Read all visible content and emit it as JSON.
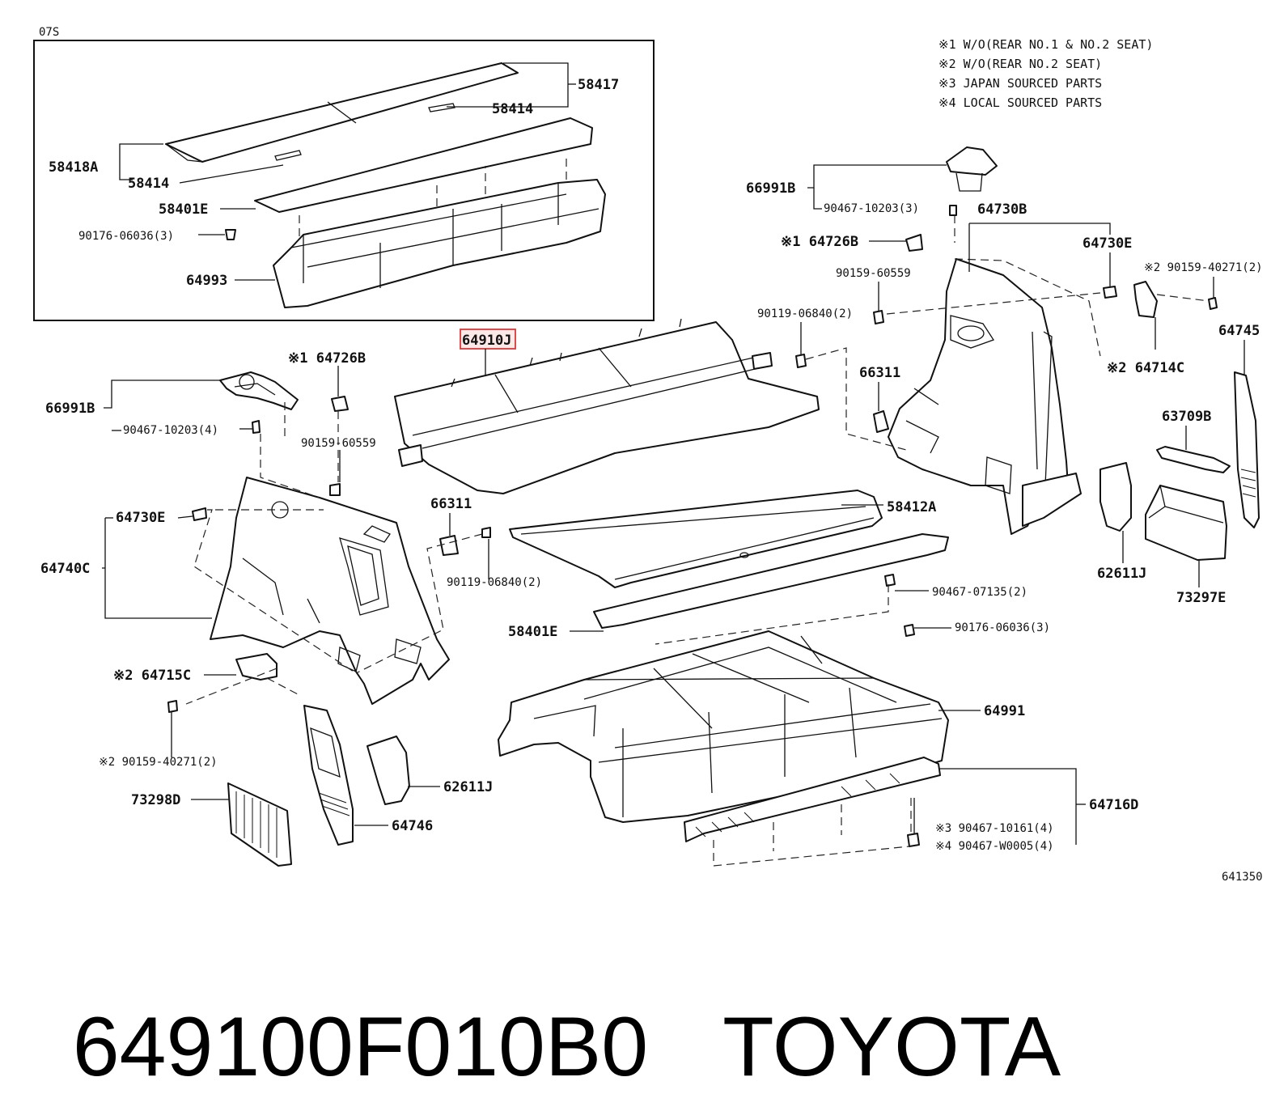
{
  "highlight": "#d9383a",
  "inset": {
    "code": "07S"
  },
  "notes": [
    "※1 W/O(REAR NO.1 & NO.2 SEAT)",
    "※2 W/O(REAR NO.2 SEAT)",
    "※3 JAPAN SOURCED PARTS",
    "※4 LOCAL SOURCED PARTS"
  ],
  "labels": {
    "p58417": "58417",
    "p58414_a": "58414",
    "p58418A": "58418A",
    "p58414_b": "58414",
    "p58401E_a": "58401E",
    "p90176_a": "90176-06036(3)",
    "p64993": "64993",
    "p64910J": "64910J",
    "p66991B_l": "66991B",
    "p64726B_l": "※1 64726B",
    "p90467_10203_4": "90467-10203(4)",
    "p90159_60559_l": "90159-60559",
    "p64730E_l": "64730E",
    "p64740C": "64740C",
    "p66311_l": "66311",
    "p90119_06840_l": "90119-06840(2)",
    "p64715C": "※2 64715C",
    "p90159_40271_l": "※2 90159-40271(2)",
    "p73298D": "73298D",
    "p62611J_l": "62611J",
    "p64746": "64746",
    "p66991B_r": "66991B",
    "p90467_10203_3": "90467-10203(3)",
    "p64730B": "64730B",
    "p64726B_r": "※1 64726B",
    "p64730E_r": "64730E",
    "p90159_60559_r": "90159-60559",
    "p90159_40271_r": "※2 90159-40271(2)",
    "p90119_06840_r": "90119-06840(2)",
    "p64745": "64745",
    "p64714C": "※2 64714C",
    "p66311_r": "66311",
    "p63709B": "63709B",
    "p58412A": "58412A",
    "p62611J_r": "62611J",
    "p73297E": "73297E",
    "p90467_07135": "90467-07135(2)",
    "p58401E_b": "58401E",
    "p90176_b": "90176-06036(3)",
    "p64991": "64991",
    "p64716D": "64716D",
    "p90467_10161": "※3 90467-10161(4)",
    "p90467_W0005": "※4 90467-W0005(4)",
    "ref": "641350"
  },
  "footer": {
    "part_number": "649100F010B0",
    "brand": "TOYOTA"
  }
}
